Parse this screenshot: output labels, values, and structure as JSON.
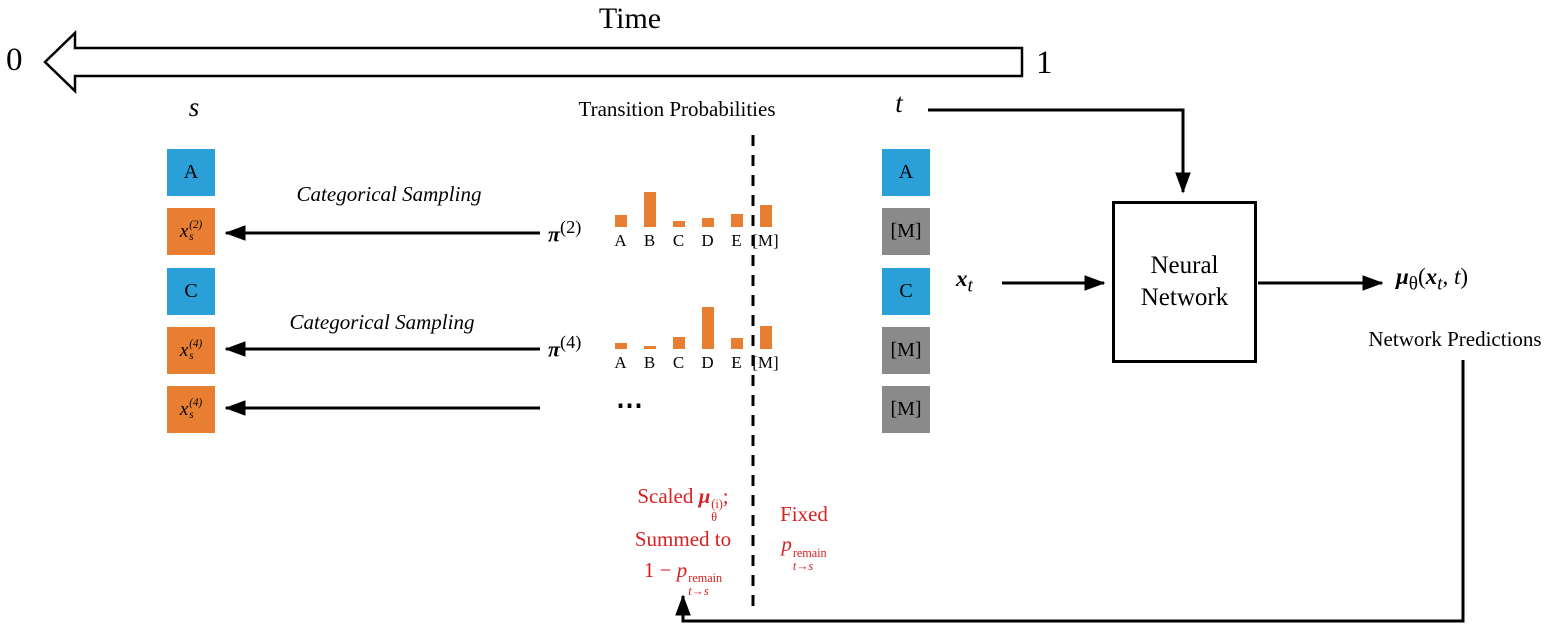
{
  "palette": {
    "blue": "#2b9fd8",
    "orange": "#e87e31",
    "gray": "#8a8a8a",
    "red": "#d62021",
    "black": "#000000"
  },
  "timeline": {
    "title": "Time",
    "left_label": "0",
    "right_label": "1"
  },
  "columns": {
    "s": {
      "label": "s",
      "boxes": [
        {
          "color": "blue",
          "label": "A"
        },
        {
          "color": "orange",
          "rich": "<i>x</i><span class='stack'><span>(2)</span><span><i>s</i></span></span>"
        },
        {
          "color": "blue",
          "label": "C"
        },
        {
          "color": "orange",
          "rich": "<i>x</i><span class='stack'><span>(4)</span><span><i>s</i></span></span>"
        },
        {
          "color": "orange",
          "rich": "<i>x</i><span class='stack'><span>(4)</span><span><i>s</i></span></span>"
        }
      ]
    },
    "t": {
      "label": "t",
      "boxes": [
        {
          "color": "blue",
          "label": "A"
        },
        {
          "color": "gray",
          "label": "[M]"
        },
        {
          "color": "blue",
          "label": "C"
        },
        {
          "color": "gray",
          "label": "[M]"
        },
        {
          "color": "gray",
          "label": "[M]"
        }
      ]
    }
  },
  "transition": {
    "title": "Transition Probabilities",
    "sampling_label_1": "Categorical Sampling",
    "sampling_label_2": "Categorical Sampling",
    "pi2_rich": "<b><i>π</i></b><sup>(2)</sup>",
    "pi4_rich": "<b><i>π</i></b><sup>(4)</sup>",
    "ellipsis": "⋯"
  },
  "chart_data": {
    "type": "bar",
    "title": "Transition Probabilities",
    "categories": [
      "A",
      "B",
      "C",
      "D",
      "E",
      "[M]"
    ],
    "series": [
      {
        "name": "π(2)",
        "values": [
          0.12,
          0.35,
          0.06,
          0.09,
          0.13,
          0.22
        ]
      },
      {
        "name": "π(4)",
        "values": [
          0.06,
          0.03,
          0.12,
          0.42,
          0.11,
          0.23
        ]
      }
    ],
    "ylim": [
      0,
      0.5
    ],
    "bar_color": "#e87e31",
    "legend": false,
    "grid": false
  },
  "network": {
    "box_line1": "Neural",
    "box_line2": "Network",
    "input_rich": "<b><i>x</i></b><sub><i>t</i></sub>",
    "output_rich": "<b><i>μ</i></b><sub>θ</sub>(<b><i>x</i></b><sub><i>t</i></sub>, <i>t</i>)",
    "predictions_label": "Network Predictions"
  },
  "annotations": {
    "scaled_line1": "Scaled <b><i>μ</i></b><span class='stack'><span>(i)</span><span>θ</span></span>;",
    "scaled_line2": "Summed to",
    "scaled_line3": "1 − <i>p</i><span class='stack'><span>remain</span><span><i>t</i>→<i>s</i></span></span>",
    "fixed_line1": "Fixed",
    "fixed_line2": "<i>p</i><span class='stack'><span>remain</span><span><i>t</i>→<i>s</i></span></span>"
  }
}
